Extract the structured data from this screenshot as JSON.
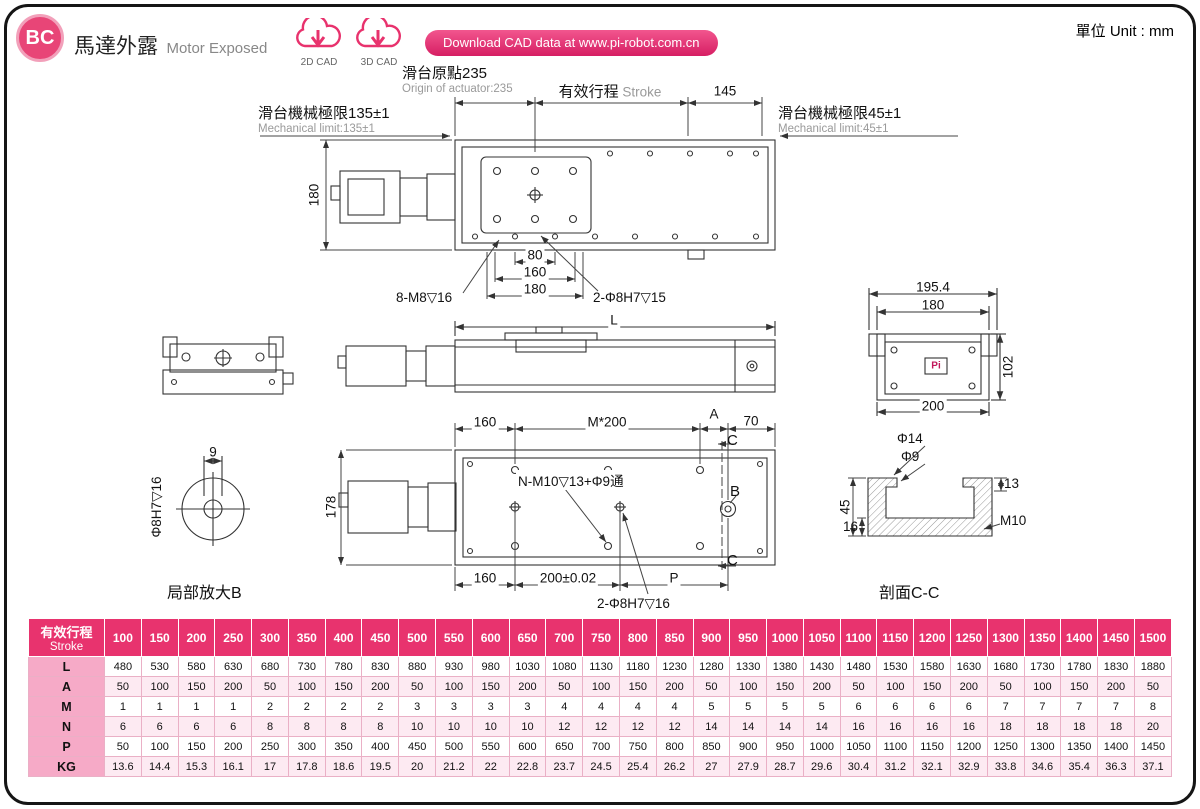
{
  "header": {
    "badge": "BC",
    "title_zh": "馬達外露",
    "title_en": "Motor Exposed",
    "cad_2d": "2D CAD",
    "cad_3d": "3D CAD",
    "banner": "Download CAD data at www.pi-robot.com.cn",
    "unit": "單位 Unit : mm"
  },
  "top_view": {
    "origin_zh": "滑台原點235",
    "origin_en": "Origin of actuator:235",
    "stroke_zh": "有效行程",
    "stroke_en": "Stroke",
    "dim_145": "145",
    "mech_left_zh": "滑台機械極限135±1",
    "mech_left_en": "Mechanical limit:135±1",
    "mech_right_zh": "滑台機械極限45±1",
    "mech_right_en": "Mechanical limit:45±1",
    "dim_height": "180",
    "dim_80": "80",
    "dim_160": "160",
    "dim_180": "180",
    "callout_m8": "8-M8▽16",
    "callout_pin": "2-Φ8H7▽15"
  },
  "side_view": {
    "dim_length": "L"
  },
  "end_view": {
    "dim_195": "195.4",
    "dim_180": "180",
    "dim_102": "102",
    "dim_200": "200",
    "logo": "Pi"
  },
  "bottom_view": {
    "dim_160_top": "160",
    "dim_m200": "M*200",
    "label_a": "A",
    "dim_70": "70",
    "section_c_top": "C",
    "section_c_bottom": "C",
    "callout_nm10": "N-M10▽13+Φ9通",
    "label_b": "B",
    "dim_178": "178",
    "dim_160_bottom": "160",
    "dim_200": "200±0.02",
    "label_p": "P",
    "callout_pin": "2-Φ8H7▽16"
  },
  "detail_b": {
    "dim_9": "9",
    "callout_hole": "Φ8H7▽16",
    "caption": "局部放大B"
  },
  "section_cc": {
    "dim_phi14": "Φ14",
    "dim_phi9": "Φ9",
    "dim_45": "45",
    "dim_16": "16",
    "dim_13": "13",
    "dim_m10": "M10",
    "caption": "剖面C-C"
  },
  "table": {
    "header_zh": "有效行程",
    "header_en": "Stroke",
    "strokes": [
      "100",
      "150",
      "200",
      "250",
      "300",
      "350",
      "400",
      "450",
      "500",
      "550",
      "600",
      "650",
      "700",
      "750",
      "800",
      "850",
      "900",
      "950",
      "1000",
      "1050",
      "1100",
      "1150",
      "1200",
      "1250",
      "1300",
      "1350",
      "1400",
      "1450",
      "1500"
    ],
    "rows": [
      {
        "label": "L",
        "values": [
          "480",
          "530",
          "580",
          "630",
          "680",
          "730",
          "780",
          "830",
          "880",
          "930",
          "980",
          "1030",
          "1080",
          "1130",
          "1180",
          "1230",
          "1280",
          "1330",
          "1380",
          "1430",
          "1480",
          "1530",
          "1580",
          "1630",
          "1680",
          "1730",
          "1780",
          "1830",
          "1880"
        ]
      },
      {
        "label": "A",
        "values": [
          "50",
          "100",
          "150",
          "200",
          "50",
          "100",
          "150",
          "200",
          "50",
          "100",
          "150",
          "200",
          "50",
          "100",
          "150",
          "200",
          "50",
          "100",
          "150",
          "200",
          "50",
          "100",
          "150",
          "200",
          "50",
          "100",
          "150",
          "200",
          "50"
        ]
      },
      {
        "label": "M",
        "values": [
          "1",
          "1",
          "1",
          "1",
          "2",
          "2",
          "2",
          "2",
          "3",
          "3",
          "3",
          "3",
          "4",
          "4",
          "4",
          "4",
          "5",
          "5",
          "5",
          "5",
          "6",
          "6",
          "6",
          "6",
          "7",
          "7",
          "7",
          "7",
          "8"
        ]
      },
      {
        "label": "N",
        "values": [
          "6",
          "6",
          "6",
          "6",
          "8",
          "8",
          "8",
          "8",
          "10",
          "10",
          "10",
          "10",
          "12",
          "12",
          "12",
          "12",
          "14",
          "14",
          "14",
          "14",
          "16",
          "16",
          "16",
          "16",
          "18",
          "18",
          "18",
          "18",
          "20"
        ]
      },
      {
        "label": "P",
        "values": [
          "50",
          "100",
          "150",
          "200",
          "250",
          "300",
          "350",
          "400",
          "450",
          "500",
          "550",
          "600",
          "650",
          "700",
          "750",
          "800",
          "850",
          "900",
          "950",
          "1000",
          "1050",
          "1100",
          "1150",
          "1200",
          "1250",
          "1300",
          "1350",
          "1400",
          "1450"
        ]
      },
      {
        "label": "KG",
        "values": [
          "13.6",
          "14.4",
          "15.3",
          "16.1",
          "17",
          "17.8",
          "18.6",
          "19.5",
          "20",
          "21.2",
          "22",
          "22.8",
          "23.7",
          "24.5",
          "25.4",
          "26.2",
          "27",
          "27.9",
          "28.7",
          "29.6",
          "30.4",
          "31.2",
          "32.1",
          "32.9",
          "33.8",
          "34.6",
          "35.4",
          "36.3",
          "37.1"
        ]
      }
    ]
  },
  "colors": {
    "pink": "#e8336e",
    "pink_light": "#f6aac7",
    "row_tint": "#fdeaf2"
  }
}
